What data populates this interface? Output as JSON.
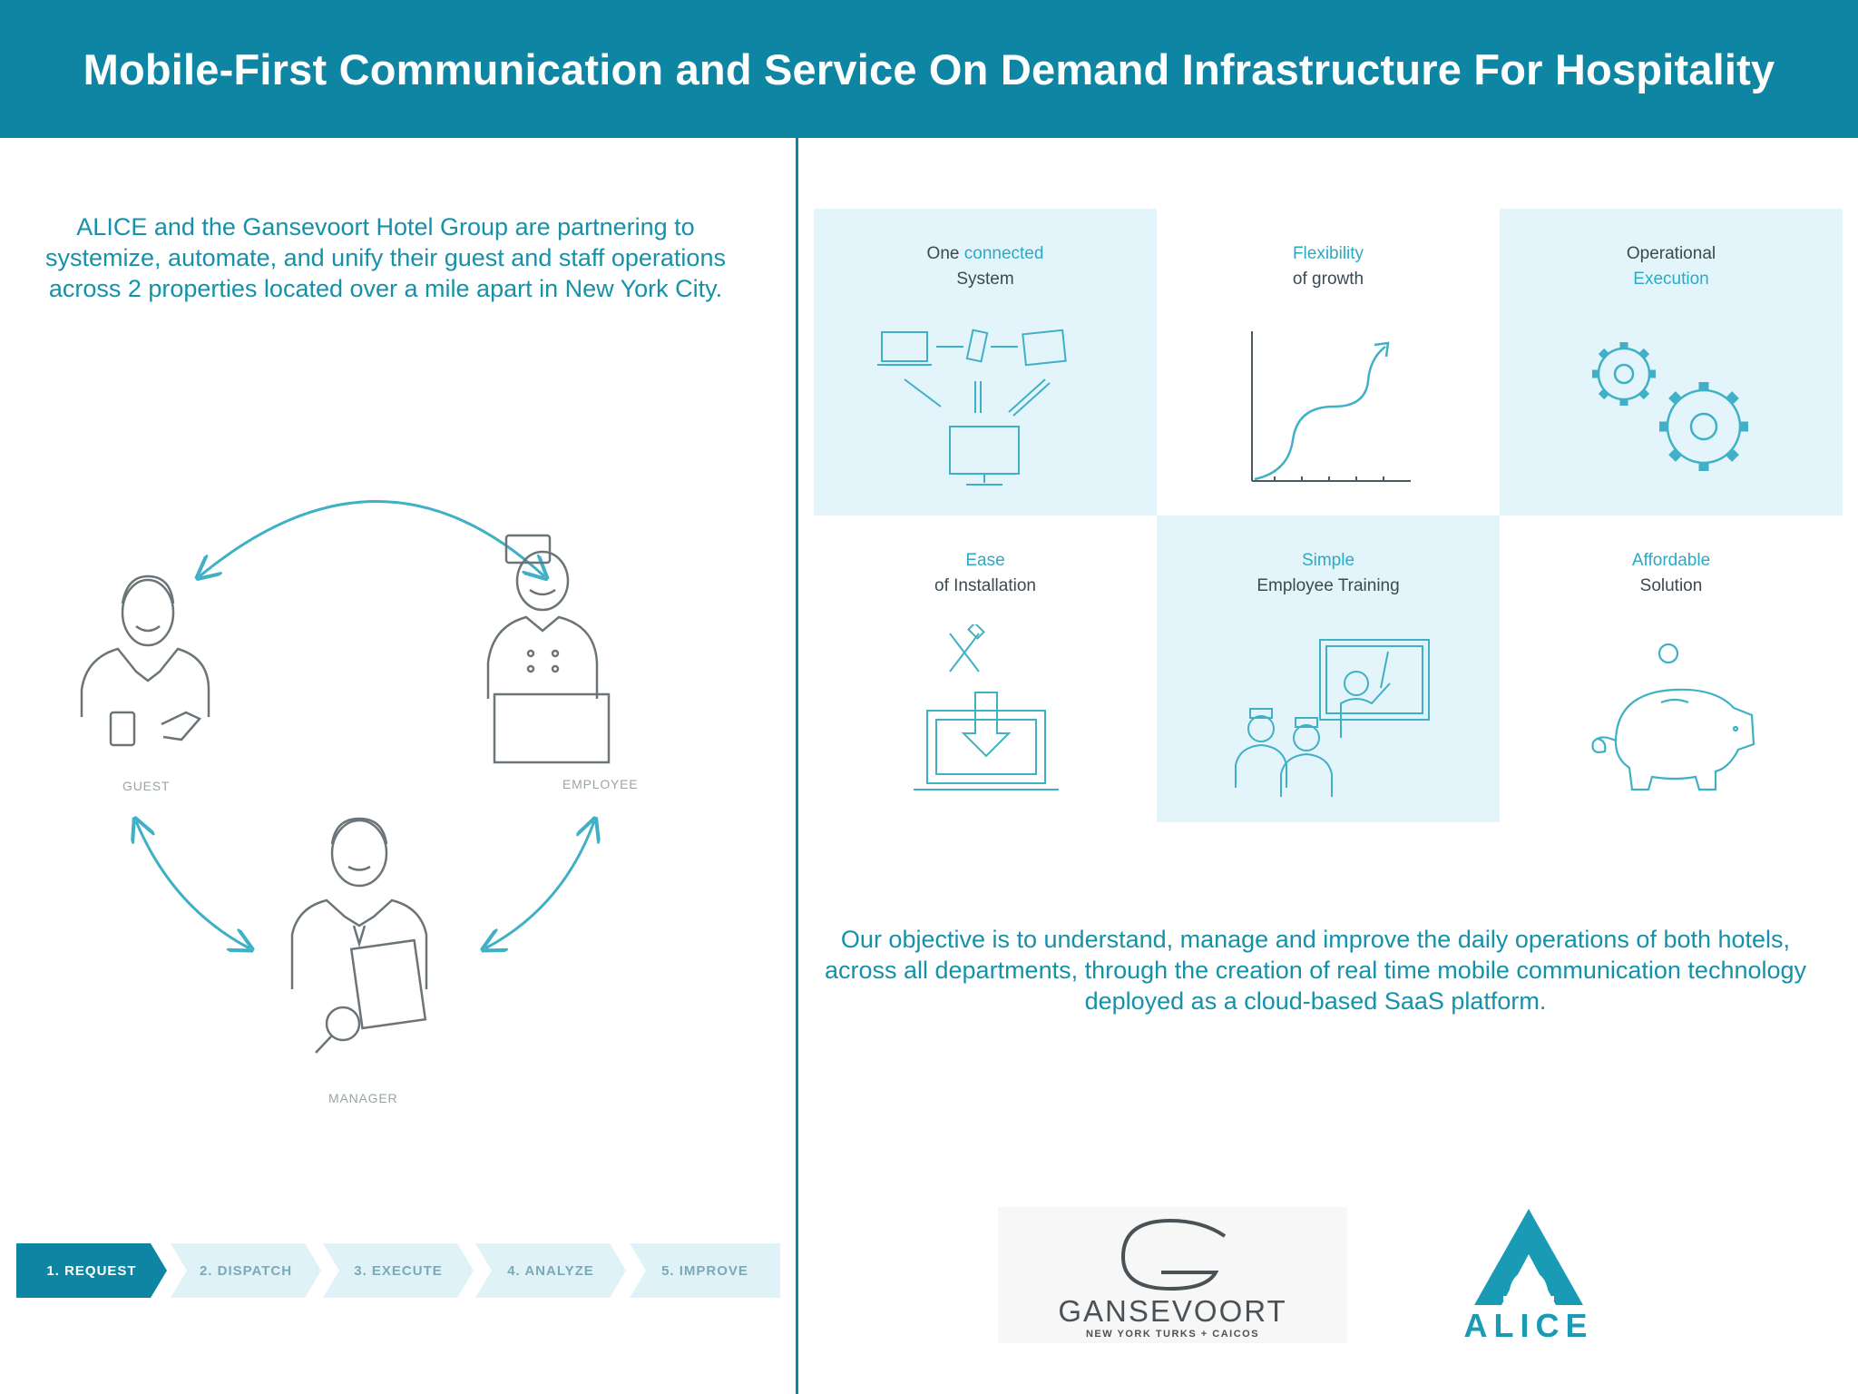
{
  "header": {
    "title": "Mobile-First Communication and Service On Demand Infrastructure For Hospitality"
  },
  "intro": {
    "text": "ALICE and the Gansevoort Hotel Group are partnering  to systemize, automate, and unify their guest and staff operations across 2 properties located over a mile apart in New York City."
  },
  "objective": {
    "text": "Our objective is to understand, manage and improve the daily operations of both hotels, across all departments, through the creation of real time mobile communication technology deployed as a cloud-based SaaS platform."
  },
  "roles": {
    "guest": "GUEST",
    "employee": "EMPLOYEE",
    "manager": "MANAGER"
  },
  "pipeline": [
    {
      "label": "1. REQUEST",
      "active": true
    },
    {
      "label": "2. DISPATCH",
      "active": false
    },
    {
      "label": "3. EXECUTE",
      "active": false
    },
    {
      "label": "4. ANALYZE",
      "active": false
    },
    {
      "label": "5. IMPROVE",
      "active": false
    }
  ],
  "features": [
    {
      "line1_a": "One ",
      "line1_b": "connected",
      "line2": "System",
      "icon": "devices-sync-icon"
    },
    {
      "line1_a": "",
      "line1_b": "Flexibility",
      "line2": "of growth",
      "icon": "growth-curve-icon"
    },
    {
      "line1_a": "Operational",
      "line1_b": "",
      "line2": "Execution",
      "icon": "gears-icon"
    },
    {
      "line1_a": "",
      "line1_b": "Ease",
      "line2": "of Installation",
      "icon": "laptop-install-icon"
    },
    {
      "line1_a": "",
      "line1_b": "Simple",
      "line2": "Employee Training",
      "icon": "training-board-icon"
    },
    {
      "line1_a": "",
      "line1_b": "Affordable",
      "line2": "Solution",
      "icon": "piggy-bank-icon"
    }
  ],
  "logos": {
    "gansevoort": {
      "name": "GANSEVOORT",
      "sub": "NEW YORK   TURKS + CAICOS"
    },
    "alice": {
      "name": "ALICE"
    }
  },
  "colors": {
    "brand": "#0e86a3",
    "text_accent": "#1591aa",
    "tile_shade": "#e3f5fa",
    "icon_stroke": "#3fb0c6"
  }
}
